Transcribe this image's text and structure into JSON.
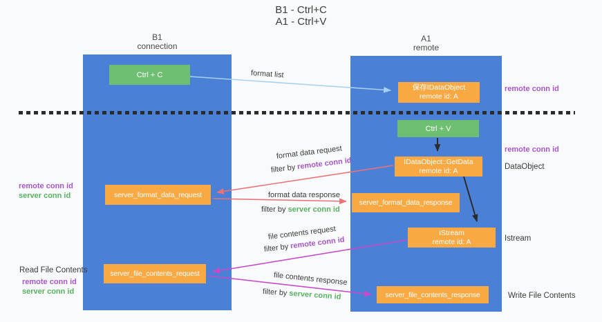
{
  "title": {
    "line1": "B1 - Ctrl+C",
    "line2": "A1 - Ctrl+V"
  },
  "columns": {
    "left": {
      "name": "B1",
      "subtitle": "connection"
    },
    "right": {
      "name": "A1",
      "subtitle": "remote"
    }
  },
  "boxes": {
    "ctrl_c": "Ctrl + C",
    "ctrl_v": "Ctrl + V",
    "save_idataobject": {
      "line1": "保存IDataObject",
      "line2": "remote id: A"
    },
    "idataobject_getdata": {
      "line1": "IDataObject::GetData",
      "line2": "remote id: A"
    },
    "istream": {
      "line1": "IStream",
      "line2": "remote id: A"
    },
    "server_format_data_request": "server_format_data_request",
    "server_format_data_response": "server_format_data_response",
    "server_file_contents_request": "server_file_contents_request",
    "server_file_contents_response": "server_file_contents_response"
  },
  "flow_labels": {
    "format_list": "format list",
    "format_data_request": "format data request",
    "format_data_response": "format data response",
    "file_contents_request": "file contents request",
    "file_contents_response": "file contents response",
    "filter_by": "filter by",
    "remote_conn_id": "remote conn id",
    "server_conn_id": "server conn id"
  },
  "side_labels": {
    "remote_conn_id": "remote conn id",
    "server_conn_id": "server conn id",
    "dataobject": "DataObject",
    "istream": "Istream",
    "read_file_contents": "Read File Contents",
    "write_file_contents": "Write File Contents"
  },
  "colors": {
    "lane_blue": "#4a80d6",
    "box_orange": "#f9a943",
    "box_green": "#6fbf73",
    "arrow_red": "#ed7276",
    "arrow_magenta": "#c94ac9",
    "arrow_light_blue": "#a6d2f2",
    "arrow_black": "#2b2b2b",
    "text_purple": "#a855c9",
    "text_green": "#57b25e"
  }
}
